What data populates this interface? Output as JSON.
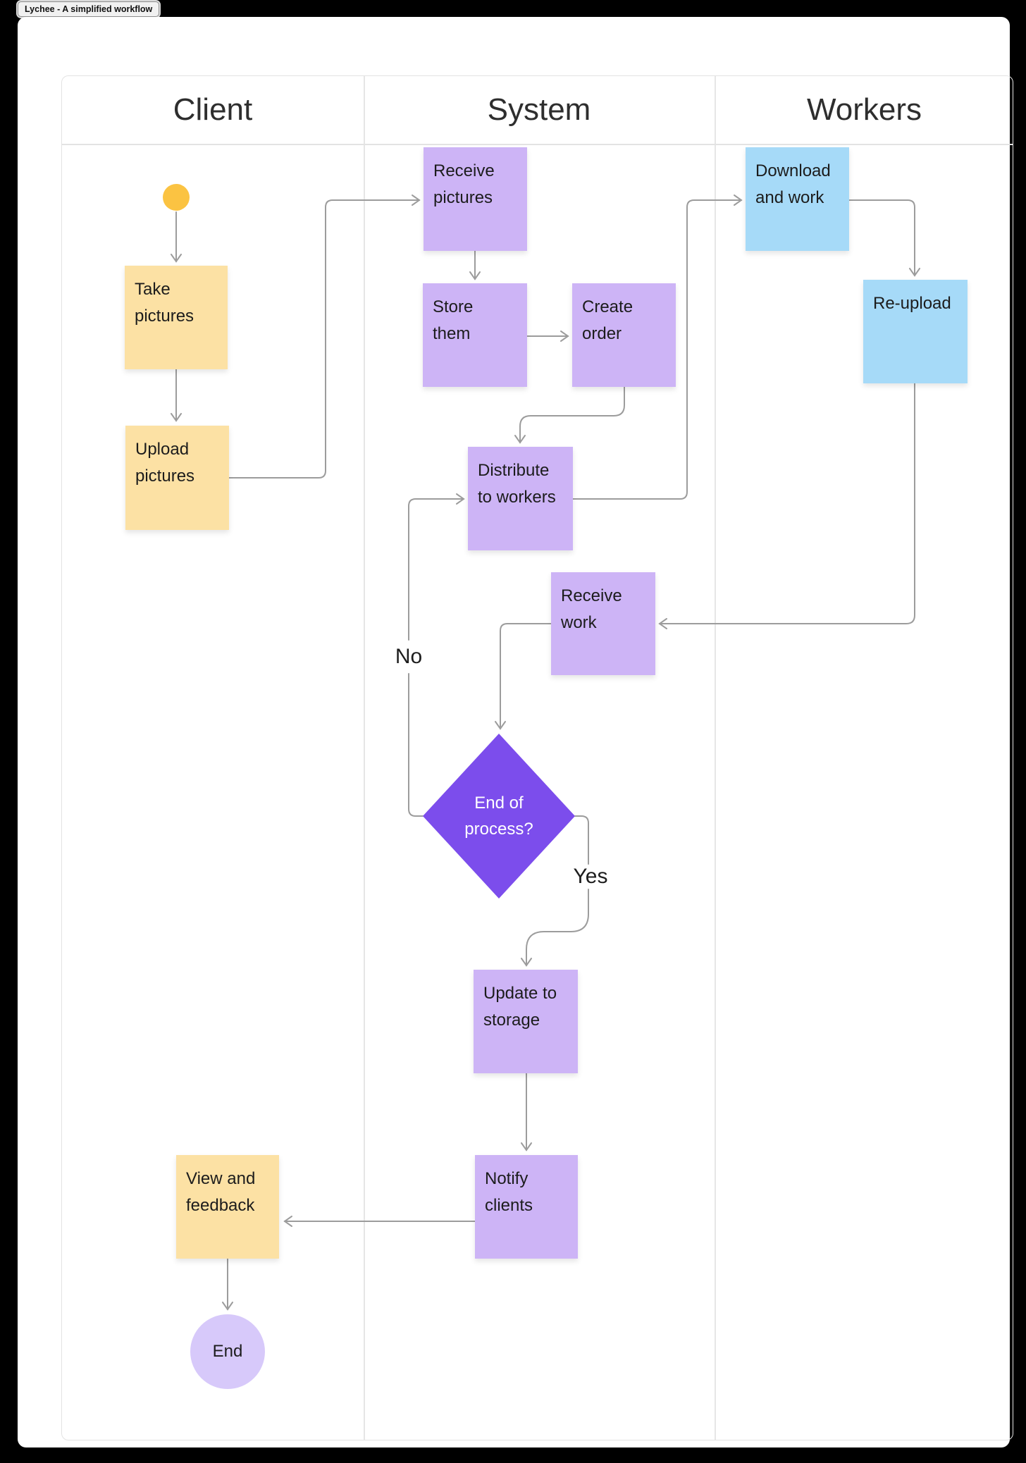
{
  "window": {
    "tab_title": "Lychee - A simplified workflow"
  },
  "lanes": [
    {
      "label": "Client"
    },
    {
      "label": "System"
    },
    {
      "label": "Workers"
    }
  ],
  "nodes": {
    "take_pictures": {
      "label": "Take\npictures"
    },
    "upload_pictures": {
      "label": "Upload\npictures"
    },
    "receive_pictures": {
      "label": "Receive\npictures"
    },
    "store_them": {
      "label": "Store\nthem"
    },
    "create_order": {
      "label": "Create\norder"
    },
    "distribute": {
      "label": "Distribute\nto workers"
    },
    "receive_work": {
      "label": "Receive\nwork"
    },
    "decision": {
      "label": "End of\nprocess?"
    },
    "update_storage": {
      "label": "Update to\nstorage"
    },
    "notify_clients": {
      "label": "Notify\nclients"
    },
    "view_feedback": {
      "label": "View and\nfeedback"
    },
    "end": {
      "label": "End"
    },
    "download_work": {
      "label": "Download\nand work"
    },
    "reupload": {
      "label": "Re-upload"
    }
  },
  "edge_labels": {
    "no": "No",
    "yes": "Yes"
  },
  "colors": {
    "sticky_yellow": "#FCE1A4",
    "sticky_purple": "#CDB4F6",
    "sticky_blue": "#A6DAF8",
    "decision_purple": "#7C4DEC",
    "end_circle": "#D7C9FA",
    "start_circle": "#FBC342",
    "connector_gray": "#9C9C9C",
    "table_border": "#E3E3E3",
    "text_dark": "#1C1C1C"
  }
}
